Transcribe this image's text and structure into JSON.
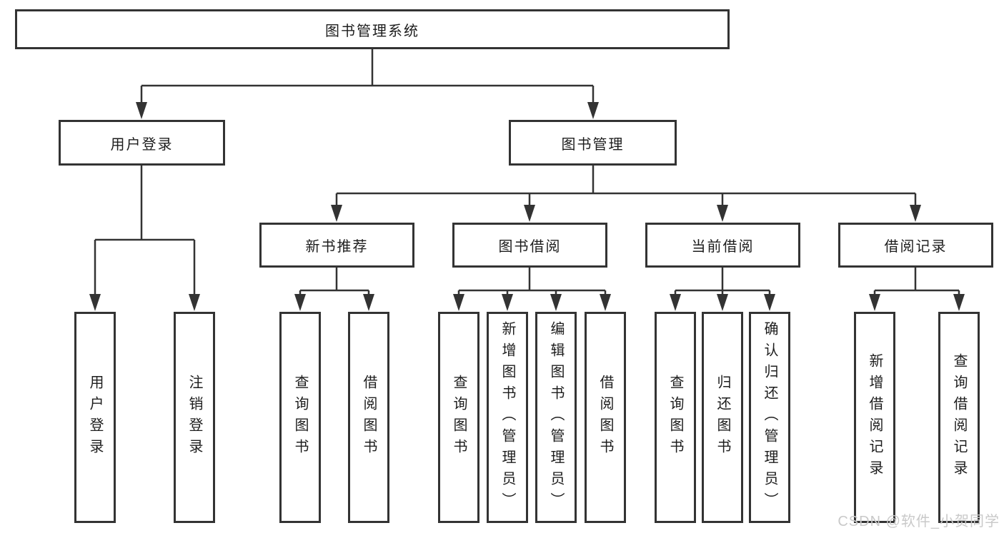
{
  "tree": {
    "root": {
      "label": "图书管理系统"
    },
    "branches": [
      {
        "label": "用户登录",
        "children": [
          {
            "label": "用户登录"
          },
          {
            "label": "注销登录"
          }
        ]
      },
      {
        "label": "图书管理",
        "groups": [
          {
            "label": "新书推荐",
            "children": [
              {
                "label": "查询图书"
              },
              {
                "label": "借阅图书"
              }
            ]
          },
          {
            "label": "图书借阅",
            "children": [
              {
                "label": "查询图书"
              },
              {
                "label": "新增图书（管理员）"
              },
              {
                "label": "编辑图书（管理员）"
              },
              {
                "label": "借阅图书"
              }
            ]
          },
          {
            "label": "当前借阅",
            "children": [
              {
                "label": "查询图书"
              },
              {
                "label": "归还图书"
              },
              {
                "label": "确认归还（管理员）"
              }
            ]
          },
          {
            "label": "借阅记录",
            "children": [
              {
                "label": "新增借阅记录"
              },
              {
                "label": "查询借阅记录"
              }
            ]
          }
        ]
      }
    ]
  },
  "watermark": {
    "text": "CSDN @软件_小贺同学"
  },
  "colors": {
    "line": "#333333",
    "box_border": "#333333",
    "text": "#1d1d1d",
    "watermark": "#c9c9c9",
    "background": "#ffffff"
  }
}
